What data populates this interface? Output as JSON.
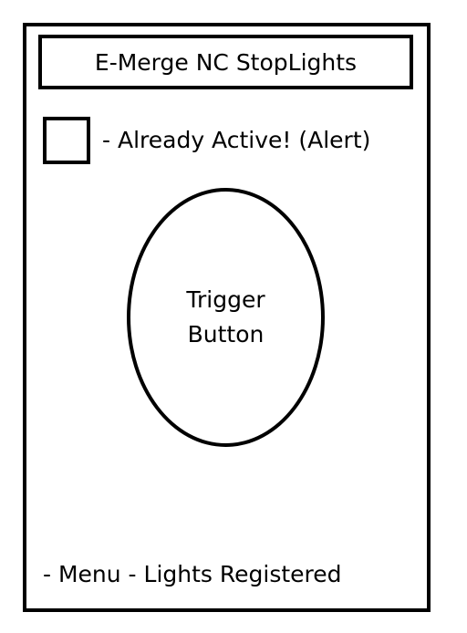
{
  "app": {
    "title": "E-Merge NC StopLights"
  },
  "alert": {
    "label": "- Already Active! (Alert)",
    "checked": false
  },
  "trigger": {
    "line1": "Trigger",
    "line2": "Button"
  },
  "footer": {
    "menu_text": "- Menu - Lights Registered"
  }
}
